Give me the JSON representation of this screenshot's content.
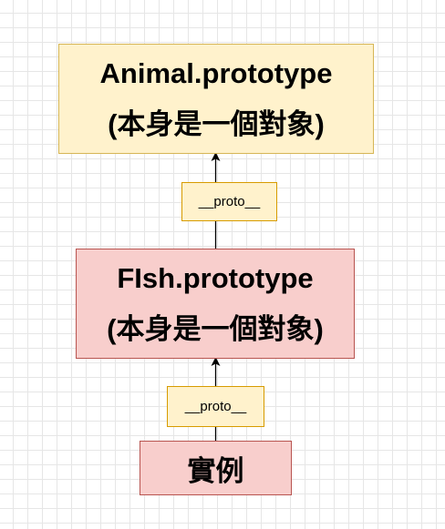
{
  "diagram": {
    "nodes": [
      {
        "id": "animal_prototype",
        "lines": [
          "Animal.prototype",
          "(本身是一個對象)"
        ],
        "fill": "#fff2cc",
        "stroke": "#d6b656"
      },
      {
        "id": "fish_prototype",
        "lines": [
          "FIsh.prototype",
          "(本身是一個對象)"
        ],
        "fill": "#f8cecc",
        "stroke": "#b85450"
      },
      {
        "id": "instance",
        "lines": [
          "實例"
        ],
        "fill": "#f8cecc",
        "stroke": "#b85450"
      }
    ],
    "edges": [
      {
        "from": "fish_prototype",
        "to": "animal_prototype",
        "label": "__proto__"
      },
      {
        "from": "instance",
        "to": "fish_prototype",
        "label": "__proto__"
      }
    ]
  }
}
